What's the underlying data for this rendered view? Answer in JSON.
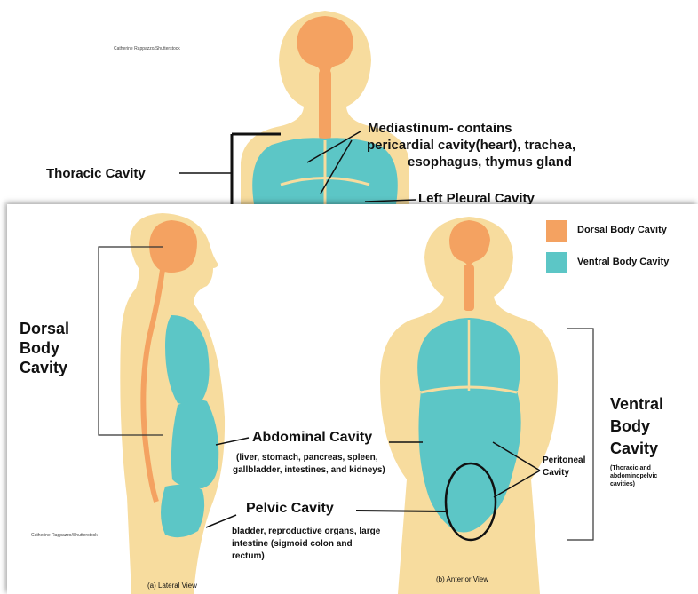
{
  "top": {
    "credit": "Catherine Rappazzo/Shutterstock",
    "mediastinum_line1": "Mediastinum- contains",
    "mediastinum_line2": "pericardial  cavity(heart), trachea,",
    "mediastinum_line3": "esophagus, thymus gland",
    "thoracic_label": "Thoracic Cavity",
    "left_pleural_label": "Left Pleural Cavity"
  },
  "legend": {
    "dorsal": "Dorsal Body Cavity",
    "ventral": "Ventral Body Cavity",
    "dorsal_color": "#f4a261",
    "ventral_color": "#5cc6c6"
  },
  "labels": {
    "dorsal_body_cavity": [
      "Dorsal",
      "Body",
      "Cavity"
    ],
    "abdominal_title": "Abdominal Cavity",
    "abdominal_desc_1": "(liver, stomach, pancreas, spleen,",
    "abdominal_desc_2": "gallbladder, intestines, and kidneys)",
    "pelvic_title": "Pelvic Cavity",
    "pelvic_desc_1": "bladder, reproductive organs, large",
    "pelvic_desc_2": "intestine (sigmoid colon and",
    "pelvic_desc_3": "rectum)",
    "peritoneal_1": "Peritoneal",
    "peritoneal_2": "Cavity",
    "ventral_body_cavity": [
      "Ventral",
      "Body",
      "Cavity"
    ],
    "ventral_sub_1": "(Thoracic and",
    "ventral_sub_2": "abdominopelvic",
    "ventral_sub_3": "cavities)",
    "credit_bottom": "Catherine Rappazzo/Shutterstock",
    "lateral_view": "(a) Lateral View",
    "anterior_view": "(b) Anterior View"
  },
  "colors": {
    "body": "#f7dc9e",
    "dorsal": "#f4a261",
    "ventral": "#5cc6c6",
    "line": "#111111"
  }
}
